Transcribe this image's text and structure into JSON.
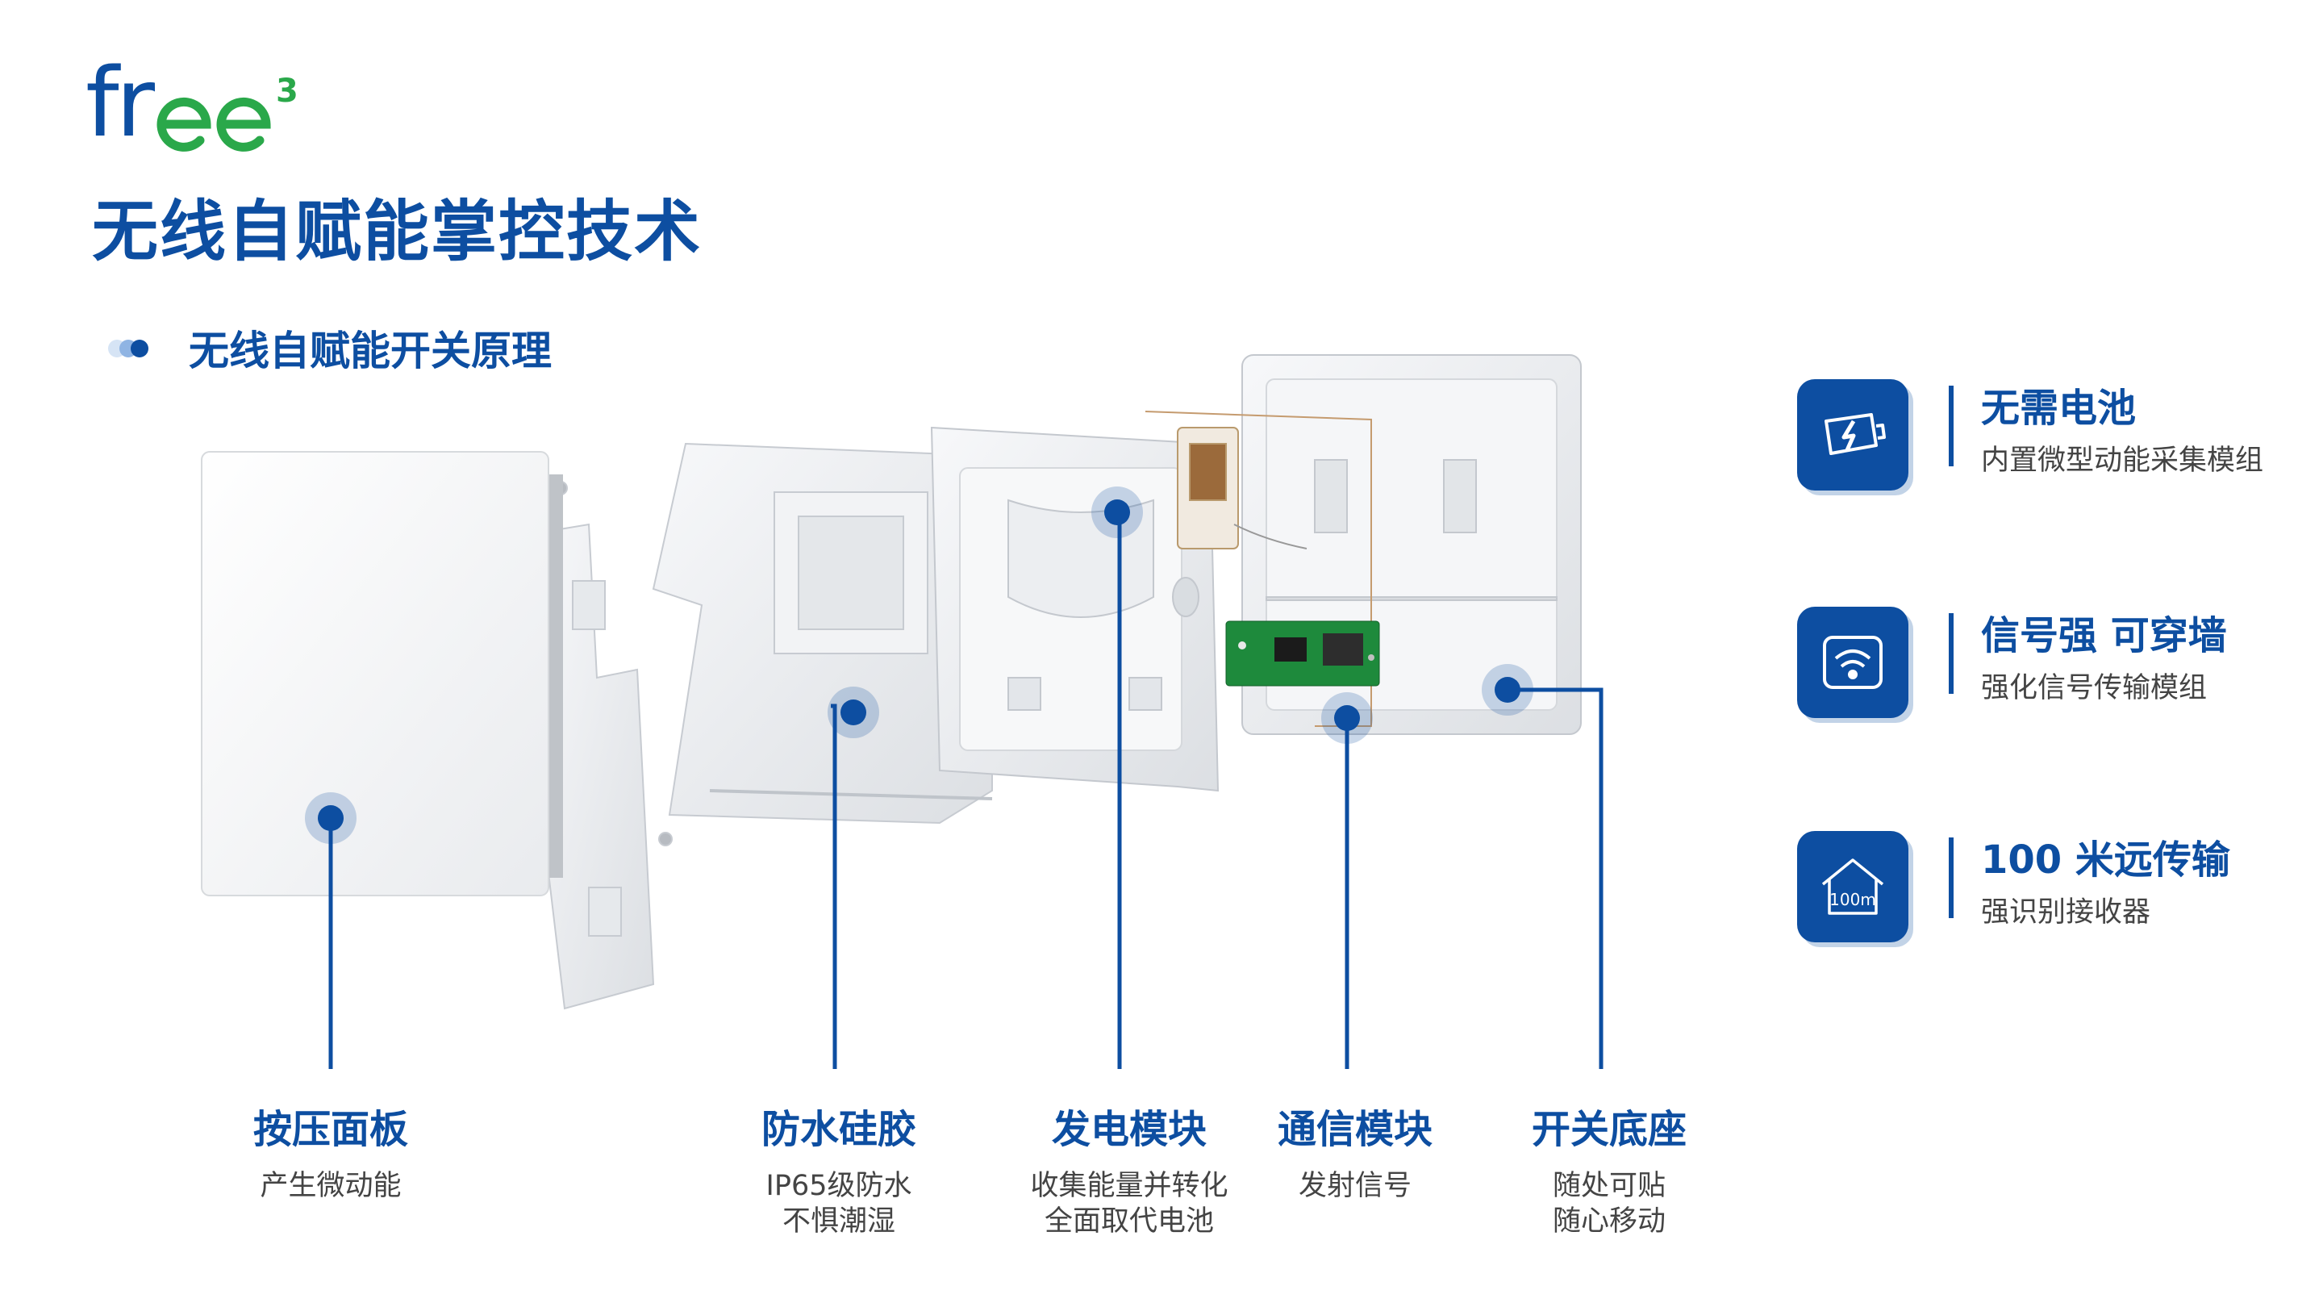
{
  "header": {
    "logo_text": "fr",
    "logo_sup": "3",
    "title": "无线自赋能掌控技术",
    "subtitle": "无线自赋能开关原理"
  },
  "colors": {
    "brand_blue": "#0d4ea1",
    "brand_green": "#2aa84a",
    "light_blue": "#8fb4e3"
  },
  "components": [
    {
      "title": "按压面板",
      "desc": [
        "产生微动能"
      ]
    },
    {
      "title": "防水硅胶",
      "desc": [
        "IP65级防水",
        "不惧潮湿"
      ]
    },
    {
      "title": "发电模块",
      "desc": [
        "收集能量并转化",
        "全面取代电池"
      ]
    },
    {
      "title": "通信模块",
      "desc": [
        "发射信号"
      ]
    },
    {
      "title": "开关底座",
      "desc": [
        "随处可贴",
        "随心移动"
      ]
    }
  ],
  "features": [
    {
      "icon": "battery-free-icon",
      "title": "无需电池",
      "desc": "内置微型动能采集模组"
    },
    {
      "icon": "wifi-signal-icon",
      "title": "信号强 可穿墙",
      "desc": "强化信号传输模组"
    },
    {
      "icon": "house-100m-icon",
      "title": "100 米远传输",
      "desc": "强识别接收器",
      "icon_text": "100m"
    }
  ]
}
